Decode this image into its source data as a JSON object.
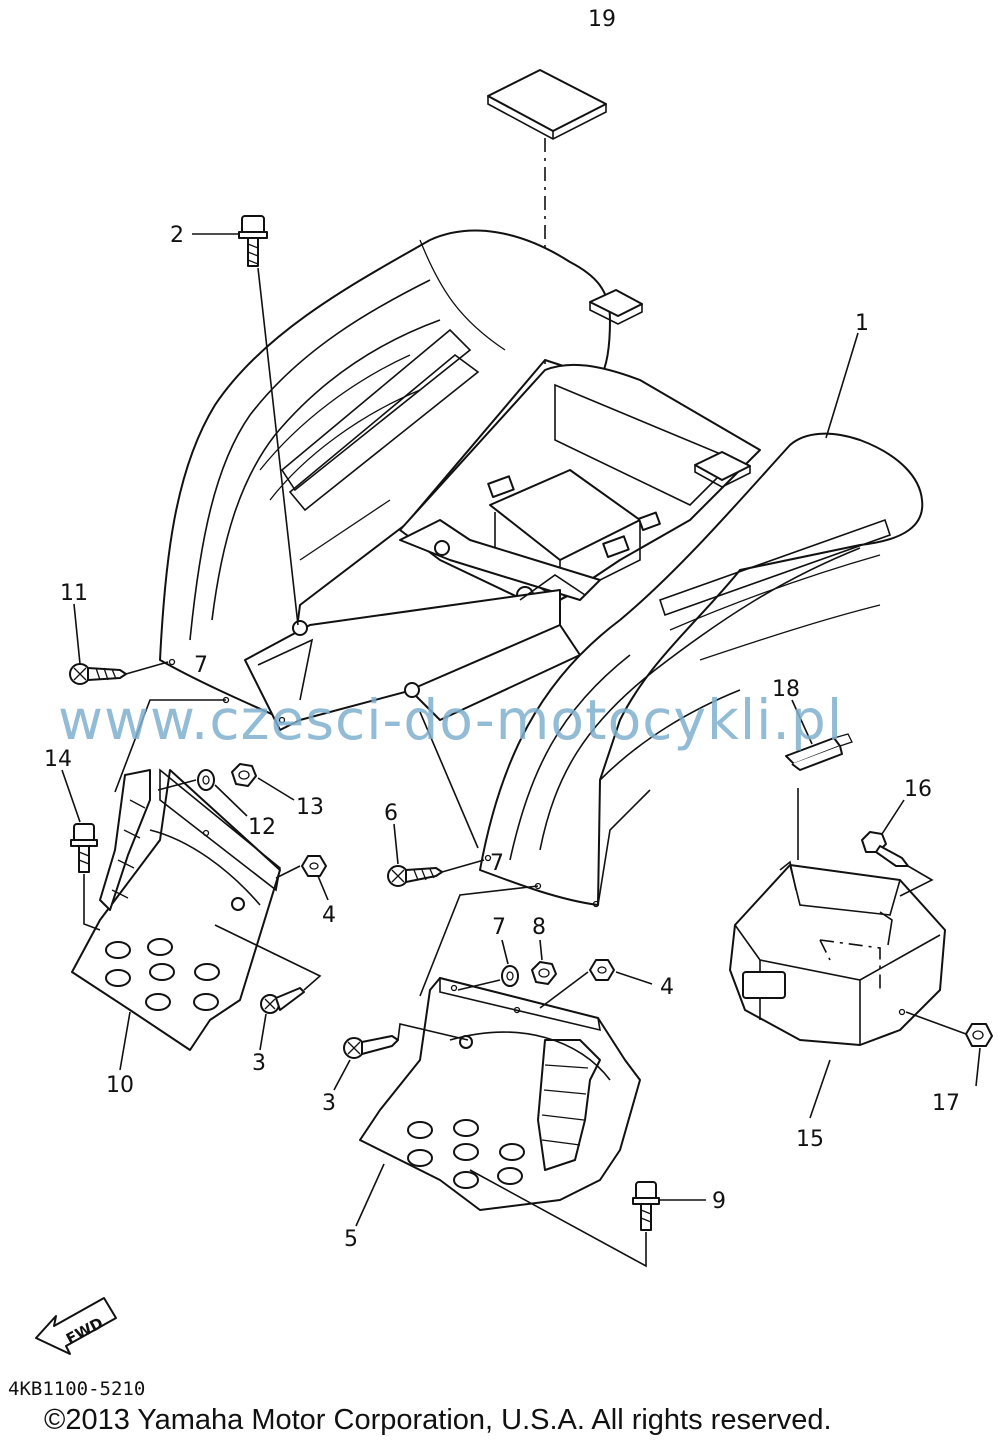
{
  "diagram": {
    "callouts": [
      "1",
      "2",
      "3",
      "4",
      "5",
      "6",
      "7",
      "8",
      "9",
      "10",
      "11",
      "12",
      "13",
      "14",
      "15",
      "16",
      "17",
      "18",
      "19"
    ],
    "inline_marks": [
      "7",
      "7"
    ],
    "fwd_label": "FWD",
    "icons": [
      "fwd-arrow-icon"
    ]
  },
  "watermark": "www.czesci-do-motocykli.pl",
  "catalog_code": "4KB1100-5210",
  "copyright": "©2013 Yamaha Motor Corporation, U.S.A. All rights reserved."
}
